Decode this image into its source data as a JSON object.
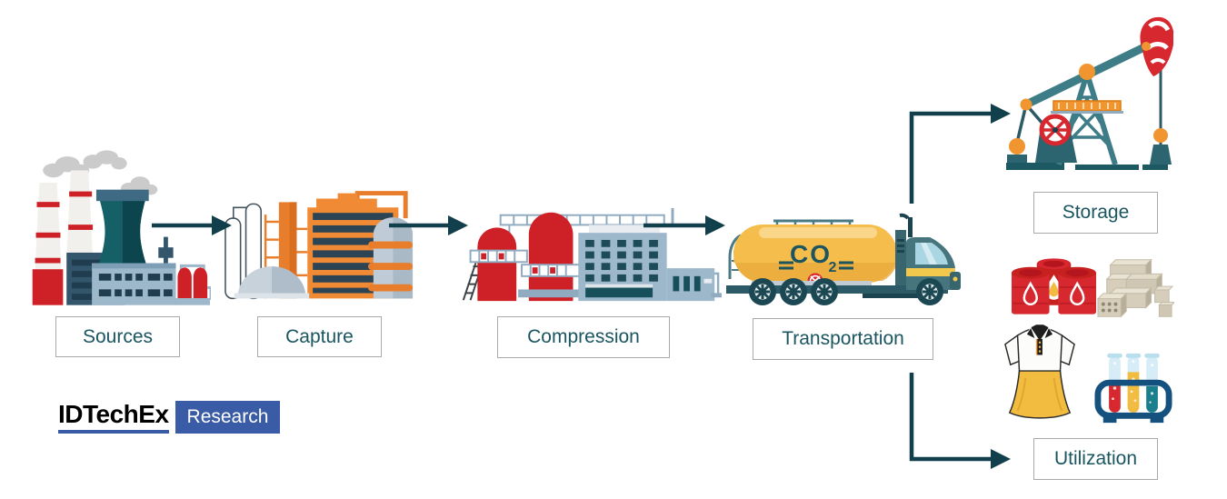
{
  "diagram": {
    "description": "CCUS value chain flow diagram",
    "stages": [
      {
        "id": "sources",
        "label": "Sources",
        "icon": "power-plant-icon"
      },
      {
        "id": "capture",
        "label": "Capture",
        "icon": "capture-plant-icon"
      },
      {
        "id": "compression",
        "label": "Compression",
        "icon": "compression-facility-icon"
      },
      {
        "id": "transportation",
        "label": "Transportation",
        "icon": "co2-tanker-truck-icon"
      },
      {
        "id": "storage",
        "label": "Storage",
        "icon": "pump-jack-icon"
      },
      {
        "id": "utilization",
        "label": "Utilization",
        "icons": [
          "oil-barrels-icon",
          "concrete-blocks-icon",
          "polo-shirt-icon",
          "test-tubes-icon"
        ]
      }
    ],
    "truck": {
      "gas": "CO",
      "gas_sub": "2"
    },
    "colors": {
      "arrow": "#123f4c",
      "label_text": "#1a5560",
      "label_border": "#a7a9ac",
      "red": "#d7282f",
      "orange": "#ee8433",
      "tank_yellow": "#f5be4c",
      "teal": "#3e7d87",
      "steel_blue": "#9db7cb",
      "logo_blue": "#3a5ba5"
    }
  },
  "logo": {
    "brand": "IDTechEx",
    "division": "Research"
  }
}
